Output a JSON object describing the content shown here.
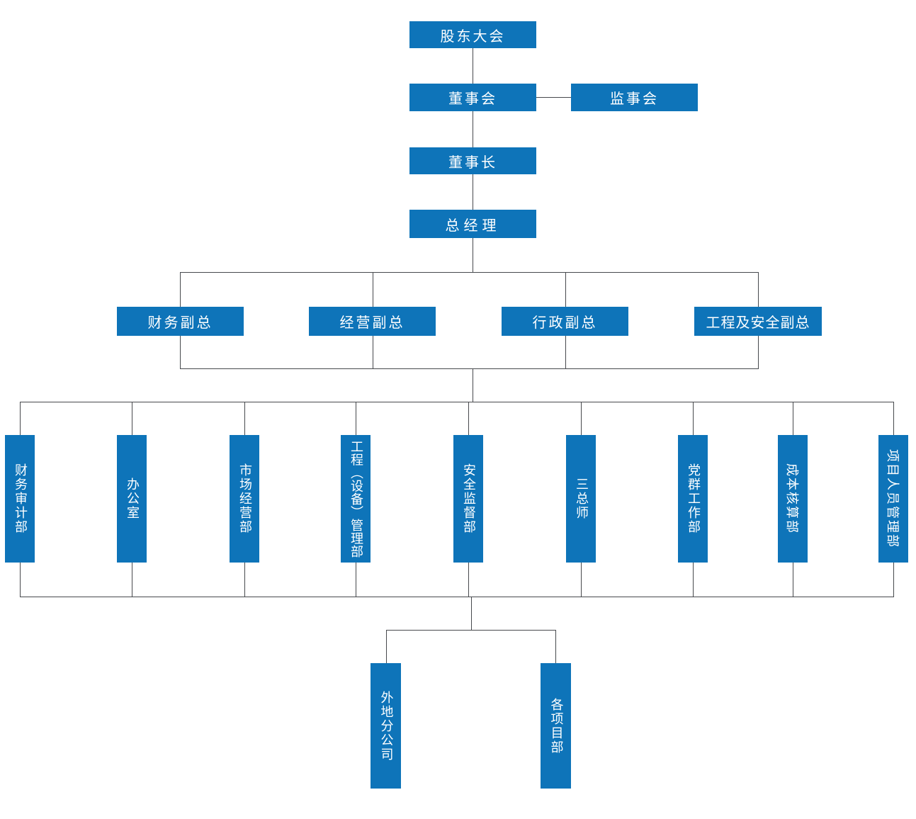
{
  "colors": {
    "box_blue": "#0E74B9",
    "line_gray": "#47494d",
    "text_white": "#ffffff",
    "background": "#ffffff"
  },
  "org": {
    "shareholders_meeting": "股东大会",
    "board_of_directors": "董事会",
    "supervisory_board": "监事会",
    "chairman": "董事长",
    "general_manager": "总经理",
    "vice_presidents": [
      {
        "label": "财务副总"
      },
      {
        "label": "经营副总"
      },
      {
        "label": "行政副总"
      },
      {
        "label": "工程及安全副总"
      }
    ],
    "departments": [
      {
        "label": "财务审计部"
      },
      {
        "label": "办公室"
      },
      {
        "label": "市场经营部"
      },
      {
        "label": "工程（设备）管理部"
      },
      {
        "label": "安全监督部"
      },
      {
        "label": "三总师"
      },
      {
        "label": "党群工作部"
      },
      {
        "label": "成本核算部"
      },
      {
        "label": "项目人员管理部"
      }
    ],
    "subordinate_units": [
      {
        "label": "外地分公司"
      },
      {
        "label": "各项目部"
      }
    ]
  }
}
